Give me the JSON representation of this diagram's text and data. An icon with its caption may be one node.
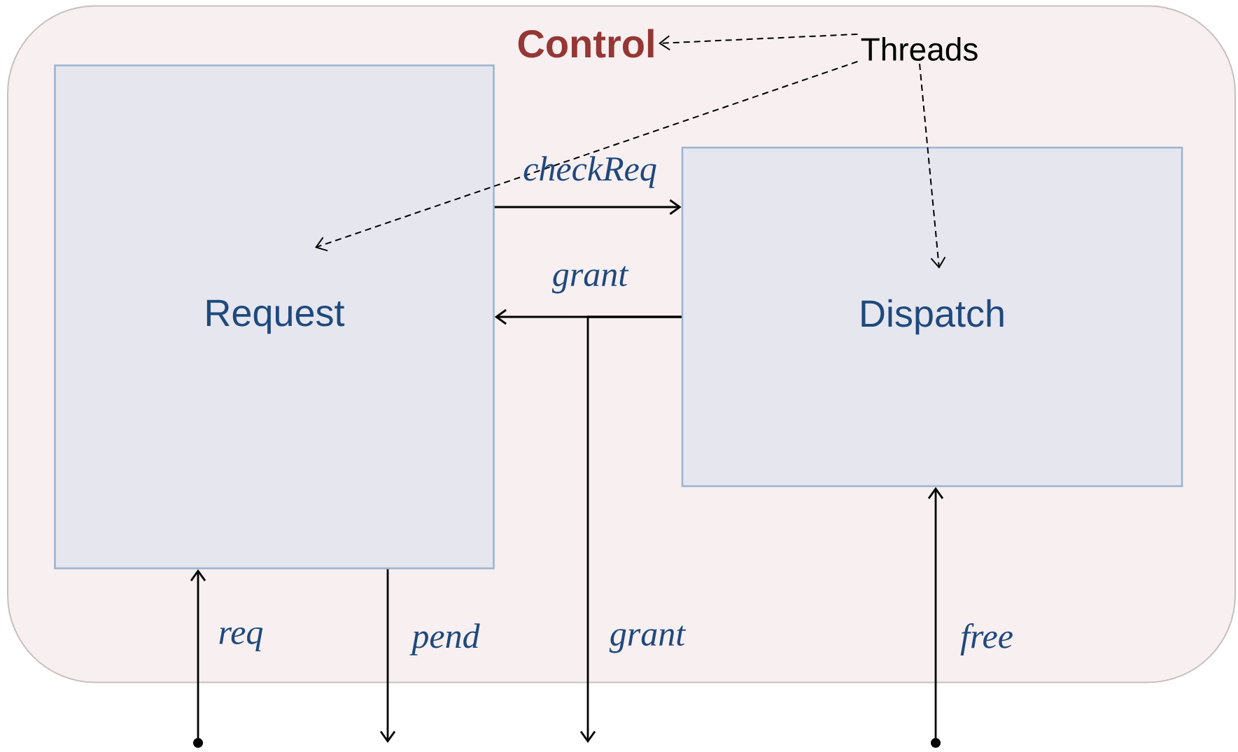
{
  "diagram": {
    "nodes": [
      {
        "text": [
          "Control"
        ]
      },
      {
        "text": [
          "Request"
        ],
        "in": 0
      },
      {
        "text": [
          "Dispatch"
        ],
        "in": 0
      },
      {
        "text": [
          "Threads"
        ],
        "in": 0
      }
    ],
    "edges": [
      {
        "from": 3,
        "to": 0,
        "arrow": "to",
        "style": "dashed"
      },
      {
        "from": 3,
        "to": 1,
        "arrow": "to",
        "style": "dashed"
      },
      {
        "from": 3,
        "to": 2,
        "arrow": "to",
        "style": "dashed"
      },
      {
        "from": 1,
        "to": 2,
        "arrow": "to",
        "label": "checkReq"
      },
      {
        "from": 2,
        "to": 1,
        "arrow": "to",
        "label": "grant"
      },
      {
        "from": null,
        "to": 1,
        "arrow": "to",
        "label": "req"
      },
      {
        "from": 1,
        "to": null,
        "arrow": "to",
        "label": "pend"
      },
      {
        "from": 2,
        "to": null,
        "arrow": "to",
        "label": "grant"
      },
      {
        "from": null,
        "to": 2,
        "arrow": "to",
        "label": "free"
      }
    ]
  }
}
